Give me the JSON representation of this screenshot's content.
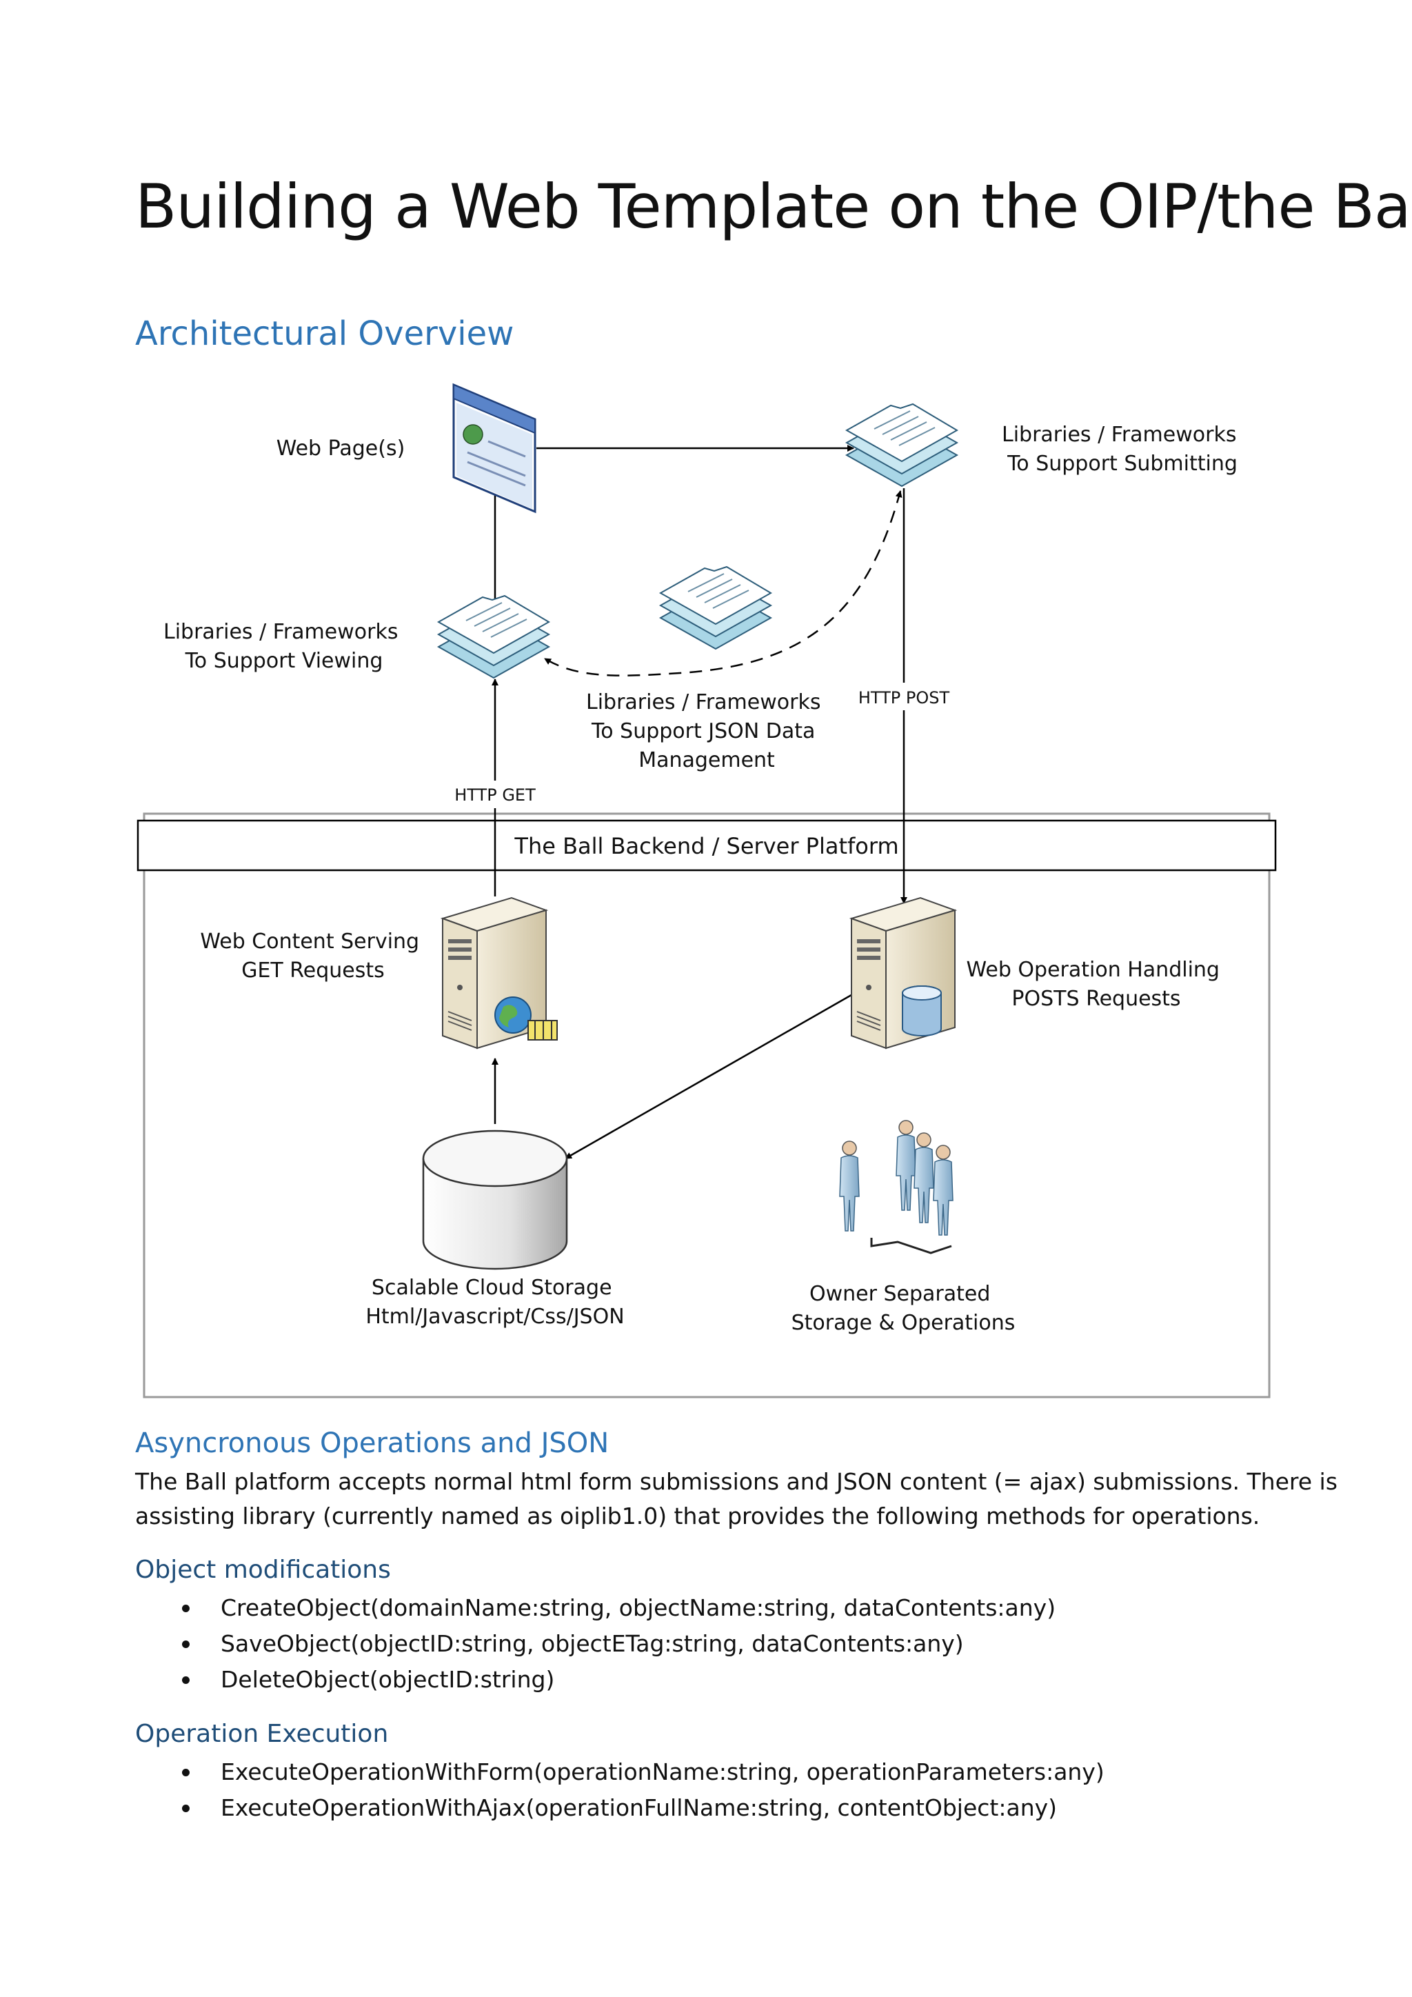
{
  "title": "Building a Web Template on the OIP/the Ball",
  "architecture": {
    "heading": "Architectural Overview",
    "diagram": {
      "web_pages": "Web Page(s)",
      "libs_submitting": [
        "Libraries / Frameworks",
        "To Support Submitting"
      ],
      "libs_viewing": [
        "Libraries / Frameworks",
        "To Support Viewing"
      ],
      "libs_json": [
        "Libraries / Frameworks",
        "To Support JSON Data",
        "Management"
      ],
      "http_post": "HTTP POST",
      "http_get": "HTTP GET",
      "backend_title": "The Ball Backend / Server Platform",
      "web_content_serving": [
        "Web Content Serving",
        "GET Requests"
      ],
      "web_operation_handling": [
        "Web Operation Handling",
        "POSTS Requests"
      ],
      "cloud_storage": [
        "Scalable Cloud Storage",
        "Html/Javascript/Css/JSON"
      ],
      "owner_separated": [
        "Owner Separated",
        "Storage & Operations"
      ]
    }
  },
  "async_section": {
    "heading": "Asyncronous Operations and JSON",
    "paragraph_lines": [
      "The Ball platform accepts normal html form submissions and JSON content (= ajax) submissions. There is",
      "assisting library (currently named as oiplib1.0) that provides the following methods for operations."
    ]
  },
  "object_modifications": {
    "heading": "Object modifications",
    "items": [
      "CreateObject(domainName:string, objectName:string, dataContents:any)",
      "SaveObject(objectID:string, objectETag:string, dataContents:any)",
      "DeleteObject(objectID:string)"
    ]
  },
  "operation_execution": {
    "heading": "Operation Execution",
    "items": [
      "ExecuteOperationWithForm(operationName:string, operationParameters:any)",
      "ExecuteOperationWithAjax(operationFullName:string, contentObject:any)"
    ]
  },
  "icons": {
    "web_page": "browser-window-icon",
    "document_stack": "document-stack-icon",
    "server": "server-tower-icon",
    "database": "cylinder-database-icon",
    "users": "user-group-icon"
  },
  "colors": {
    "heading_blue": "#2e74b5",
    "subheading_blue": "#1f4d78",
    "doc_blue": "#bfe3ef",
    "server_beige": "#e6dcc4"
  }
}
